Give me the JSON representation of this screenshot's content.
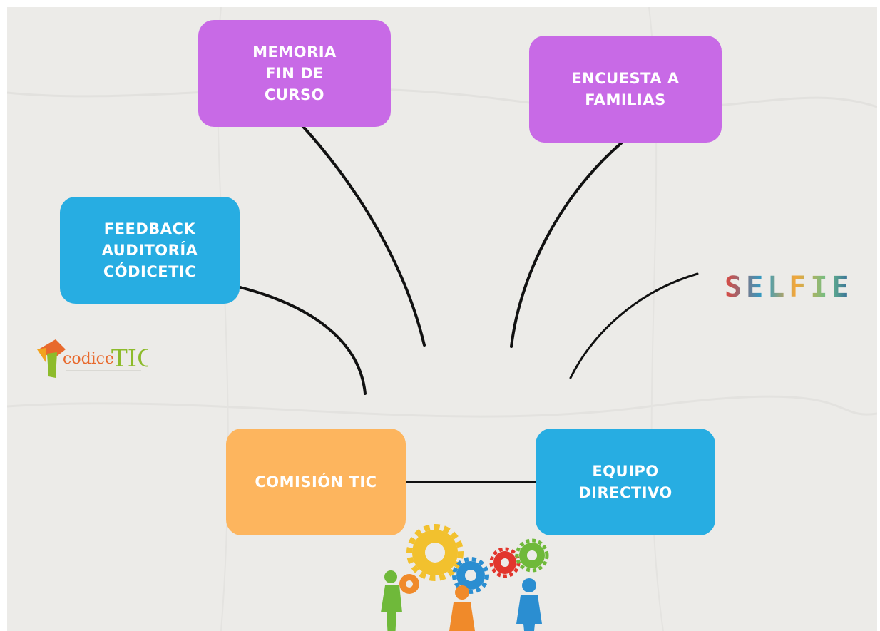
{
  "nodes": {
    "memoria": "MEMORIA\nFIN DE\nCURSO",
    "encuesta": "ENCUESTA A\nFAMILIAS",
    "feedback": "FEEDBACK\nAUDITORÍA\nCÓDICETIC",
    "comision": "COMISIÓN TIC",
    "equipo": "EQUIPO\nDIRECTIVO"
  },
  "logos": {
    "codice_mark": "codice",
    "codice_tic": "TIC",
    "selfie": "SELFIE"
  },
  "colors": {
    "purple": "#c86ae6",
    "blue": "#27ade2",
    "orange": "#fdb55e",
    "background": "#ecebe8",
    "line": "#111111"
  }
}
